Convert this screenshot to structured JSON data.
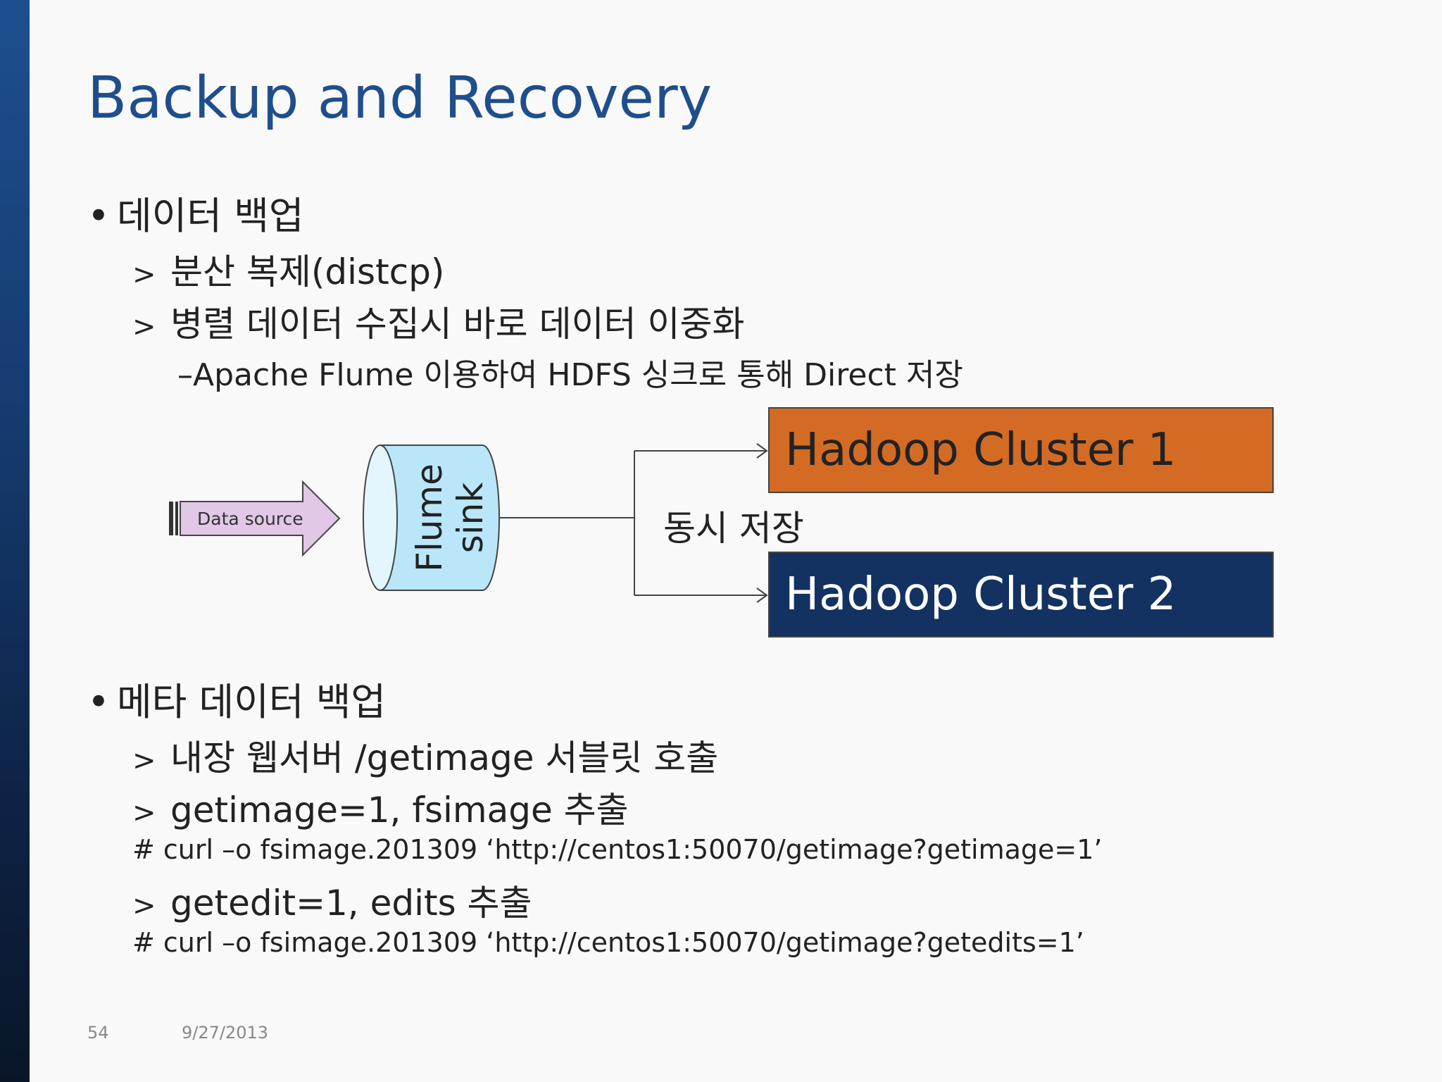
{
  "slide": {
    "title": "Backup and Recovery",
    "page_number": "54",
    "date": "9/27/2013"
  },
  "section1": {
    "bullet": "데이터 백업",
    "items": [
      "분산 복제(distcp)",
      "병렬 데이터 수집시 바로 데이터 이중화"
    ],
    "sub_item": "Apache Flume 이용하여 HDFS 싱크로 통해 Direct 저장"
  },
  "diagram": {
    "data_source": "Data source",
    "flume_line1": "Flume",
    "flume_line2": "sink",
    "store_label": "동시 저장",
    "cluster1": "Hadoop Cluster 1",
    "cluster2": "Hadoop Cluster 2",
    "colors": {
      "data_source_fill": "#e1c8e6",
      "flume_fill": "#b9e6f8",
      "cluster1_fill": "#d46b24",
      "cluster2_fill": "#133261"
    }
  },
  "section2": {
    "bullet": "메타 데이터 백업",
    "items": [
      "내장 웹서버 /getimage 서블릿 호출",
      "getimage=1, fsimage 추출",
      "getedit=1, edits 추출"
    ],
    "commands": [
      "# curl –o fsimage.201309 ‘http://centos1:50070/getimage?getimage=1’",
      "# curl –o fsimage.201309 ‘http://centos1:50070/getimage?getedits=1’"
    ]
  },
  "markers": {
    "bullet": "•",
    "arrow": ">",
    "dash": "–"
  }
}
